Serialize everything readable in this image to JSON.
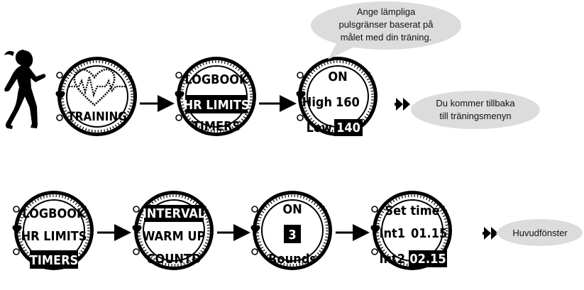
{
  "colors": {
    "bezel": "#000000",
    "bubble": "#dcdcdc",
    "highlight_bg": "#000000",
    "highlight_fg": "#ffffff"
  },
  "bubbles": {
    "top_note": [
      "Ange lämpliga",
      "pulsgränser baserat på",
      "målet med din träning."
    ],
    "return_note": [
      "Du kommer tillbaka",
      "till träningsmenyn"
    ],
    "main_window": [
      "Huvudfönster"
    ]
  },
  "row1": {
    "watch1": {
      "icon": "heart-ecg-icon",
      "label": "TRAINING"
    },
    "watch2": {
      "lines": [
        "LOGBOOK",
        "HR LIMITS",
        "TIMERS"
      ],
      "selected": "HR LIMITS"
    },
    "watch3": {
      "status": "ON",
      "high_label": "High",
      "high_value": "160",
      "low_label": "Low",
      "low_value": "140"
    }
  },
  "row2": {
    "watch1": {
      "lines": [
        "LOGBOOK",
        "HR LIMITS",
        "TIMERS"
      ],
      "selected": "TIMERS"
    },
    "watch2": {
      "lines": [
        "INTERVAL",
        "WARM UP",
        "COUNTD"
      ],
      "selected": "INTERVAL"
    },
    "watch3": {
      "status": "ON",
      "value": "3",
      "label": "Rounds"
    },
    "watch4": {
      "title": "Set time",
      "int1_label": "Int1",
      "int1_value": "01.15",
      "int2_label": "Int2",
      "int2_value": "02.15"
    }
  },
  "icons": [
    "runner-icon",
    "heart-ecg-icon",
    "arrow-right-icon",
    "double-arrow-icon"
  ]
}
